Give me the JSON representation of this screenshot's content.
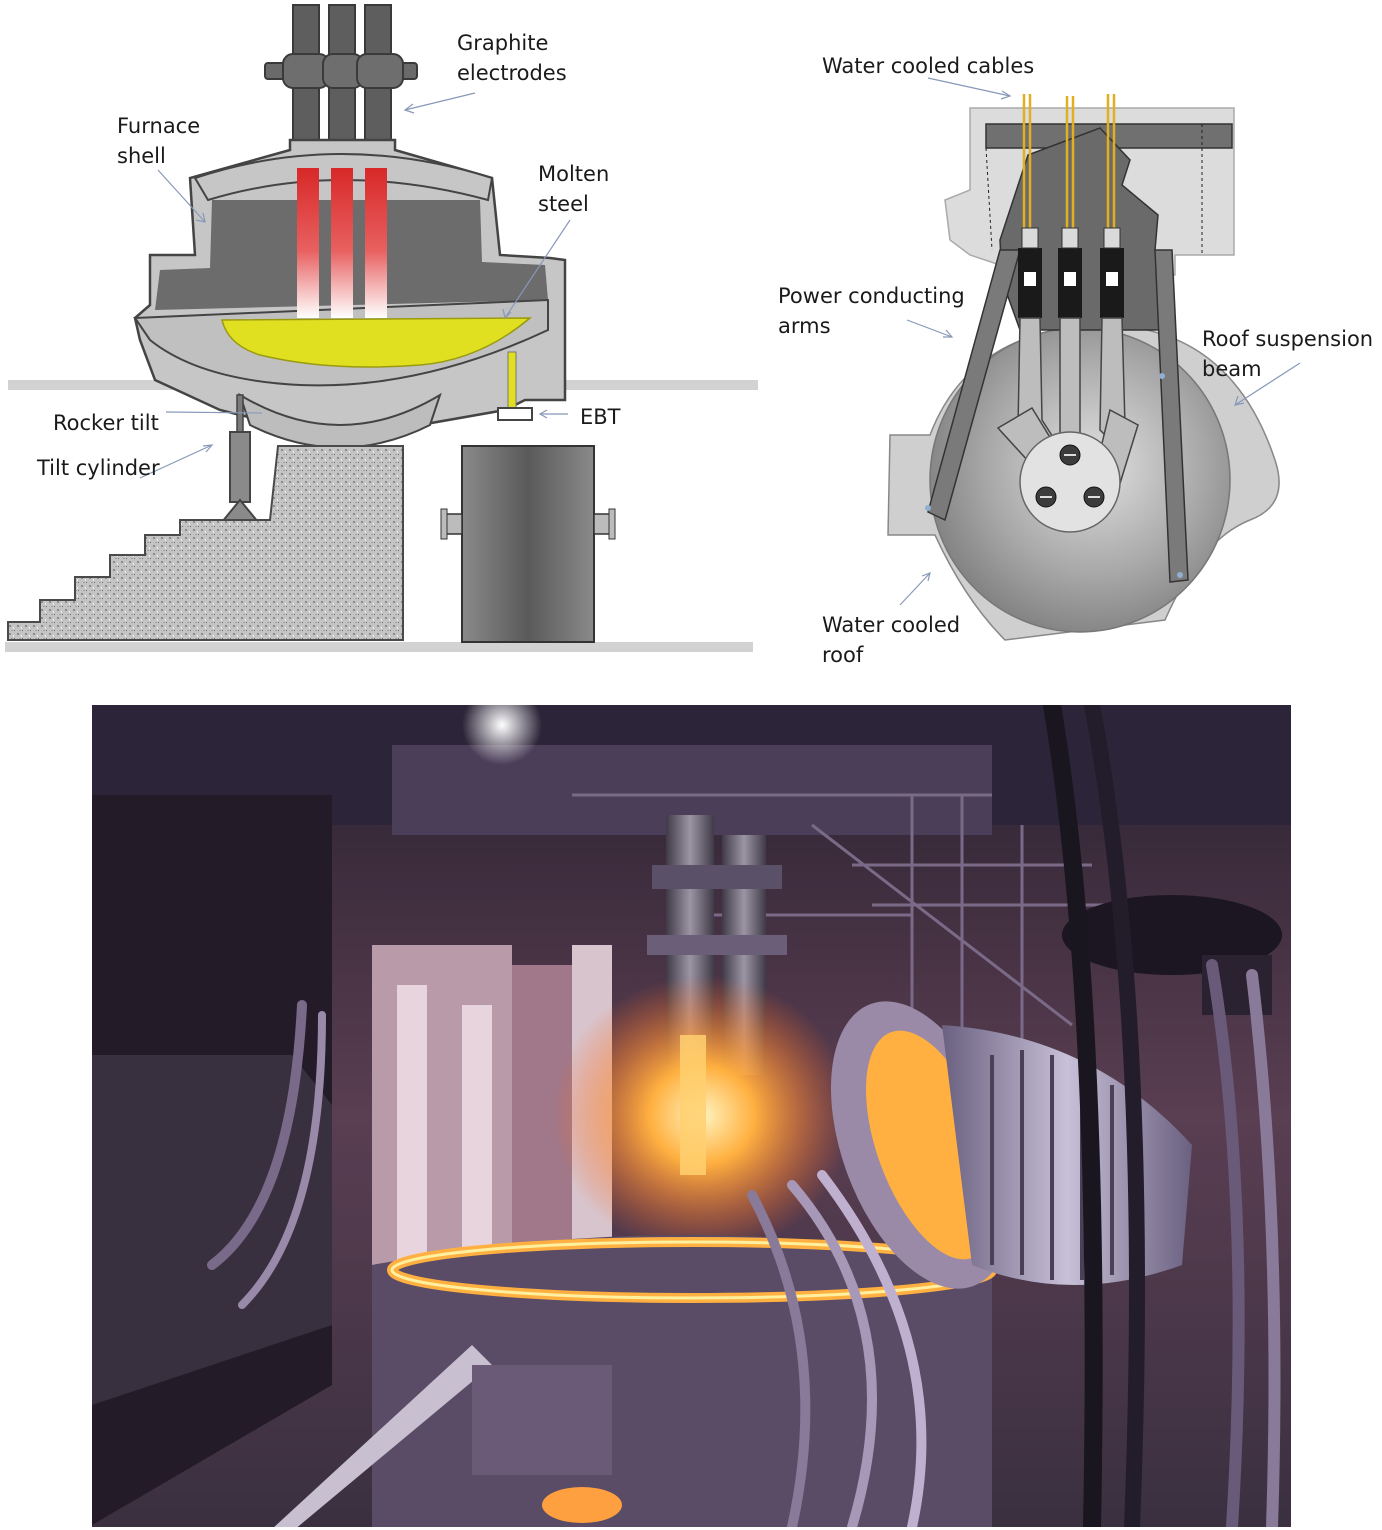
{
  "side_view": {
    "labels": {
      "graphite_1": "Graphite",
      "graphite_2": "electrodes",
      "shell_1": "Furnace",
      "shell_2": "shell",
      "molten_1": "Molten",
      "molten_2": "steel",
      "rocker": "Rocker tilt",
      "tilt": "Tilt cylinder",
      "ebt": "EBT"
    },
    "colors": {
      "shell": "#c8c8c8",
      "steel": "#e0e020",
      "electrode_hot": "#e03030",
      "interior": "#6e6e6e"
    }
  },
  "top_view": {
    "labels": {
      "cables": "Water cooled cables",
      "arms_1": "Power conducting",
      "arms_2": "arms",
      "beam_1": "Roof suspension",
      "beam_2": "beam",
      "roof_1": "Water cooled",
      "roof_2": "roof"
    },
    "colors": {
      "cable": "#e0b020",
      "roof": "#9a9a9a"
    }
  },
  "photo": {
    "colors": {
      "glow": "#ffb040",
      "ambient": "#7a6aa0",
      "shadow": "#1b1522"
    }
  }
}
